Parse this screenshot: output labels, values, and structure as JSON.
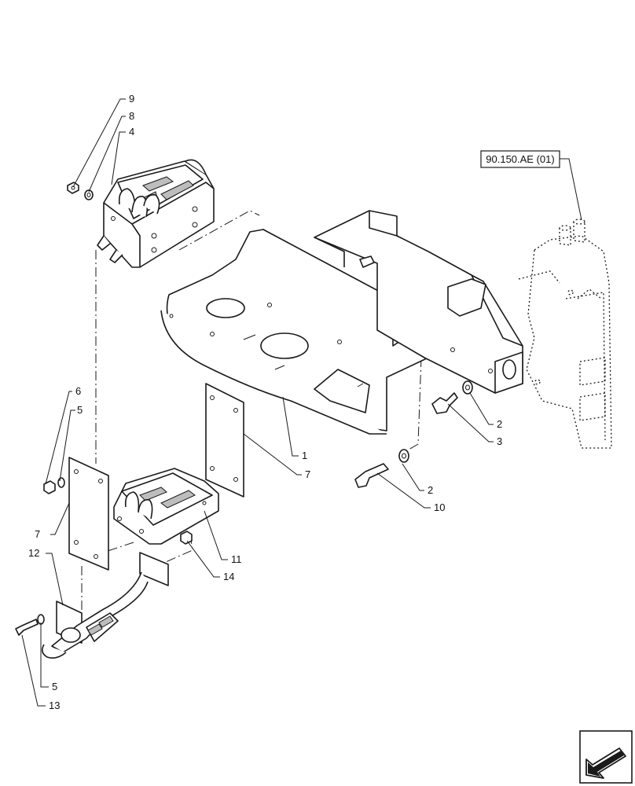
{
  "reference_label": "90.150.AE (01)",
  "callouts": {
    "c1": "1",
    "c2a": "2",
    "c2b": "2",
    "c3": "3",
    "c4": "4",
    "c5a": "5",
    "c5b": "5",
    "c6": "6",
    "c7a": "7",
    "c7b": "7",
    "c8": "8",
    "c9": "9",
    "c10": "10",
    "c11": "11",
    "c12": "12",
    "c13": "13",
    "c14": "14"
  }
}
